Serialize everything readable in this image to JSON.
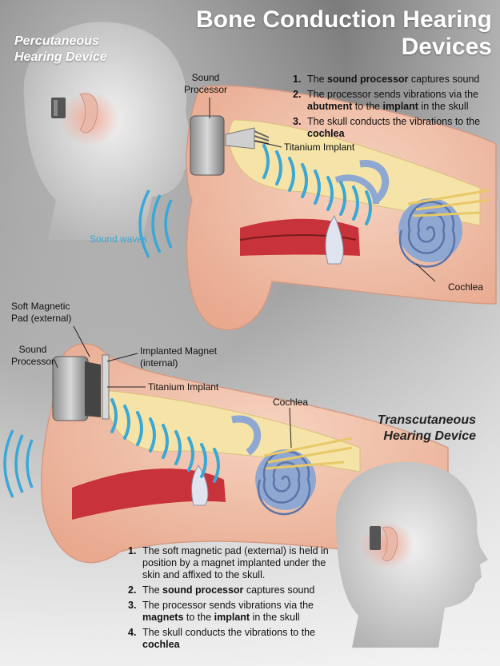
{
  "title": "Bone Conduction Hearing Devices",
  "percutaneous": {
    "heading": "Percutaneous Hearing Device",
    "labels": {
      "sound_processor": "Sound Processor",
      "titanium_implant": "Titanium Implant",
      "sound_waves": "Sound waves",
      "cochlea": "Cochlea"
    },
    "steps": [
      {
        "num": "1.",
        "parts": [
          {
            "t": "The ",
            "b": false
          },
          {
            "t": "sound processor",
            "b": true
          },
          {
            "t": " captures sound",
            "b": false
          }
        ]
      },
      {
        "num": "2.",
        "parts": [
          {
            "t": "The processor sends vibrations via the ",
            "b": false
          },
          {
            "t": "abutment",
            "b": true
          },
          {
            "t": " to the ",
            "b": false
          },
          {
            "t": "implant",
            "b": true
          },
          {
            "t": " in the skull",
            "b": false
          }
        ]
      },
      {
        "num": "3.",
        "parts": [
          {
            "t": "The skull conducts the vibrations to the ",
            "b": false
          },
          {
            "t": "cochlea",
            "b": true
          }
        ]
      }
    ]
  },
  "transcutaneous": {
    "heading": "Transcutaneous Hearing Device",
    "labels": {
      "soft_magnetic_pad": "Soft Magnetic Pad (external)",
      "sound_processor": "Sound Processor",
      "implanted_magnet": "Implanted Magnet (internal)",
      "titanium_implant": "Titanium Implant",
      "cochlea": "Cochlea"
    },
    "steps": [
      {
        "num": "1.",
        "parts": [
          {
            "t": "The soft magnetic pad (external) is held in position by a magnet implanted under the skin and affixed to the skull.",
            "b": false
          }
        ]
      },
      {
        "num": "2.",
        "parts": [
          {
            "t": "The ",
            "b": false
          },
          {
            "t": "sound processor",
            "b": true
          },
          {
            "t": " captures sound",
            "b": false
          }
        ]
      },
      {
        "num": "3.",
        "parts": [
          {
            "t": "The processor sends vibrations via the ",
            "b": false
          },
          {
            "t": "magnets",
            "b": true
          },
          {
            "t": " to the ",
            "b": false
          },
          {
            "t": "implant",
            "b": true
          },
          {
            "t": " in the skull",
            "b": false
          }
        ]
      },
      {
        "num": "4.",
        "parts": [
          {
            "t": "The skull conducts the vibrations to the ",
            "b": false
          },
          {
            "t": "cochlea",
            "b": true
          }
        ]
      }
    ]
  },
  "colors": {
    "sound_wave": "#3aa8d6",
    "skin": "#f2c7b0",
    "bone": "#f5e3a8",
    "canal": "#c8323a",
    "cochlea": "#8fa8d2"
  }
}
